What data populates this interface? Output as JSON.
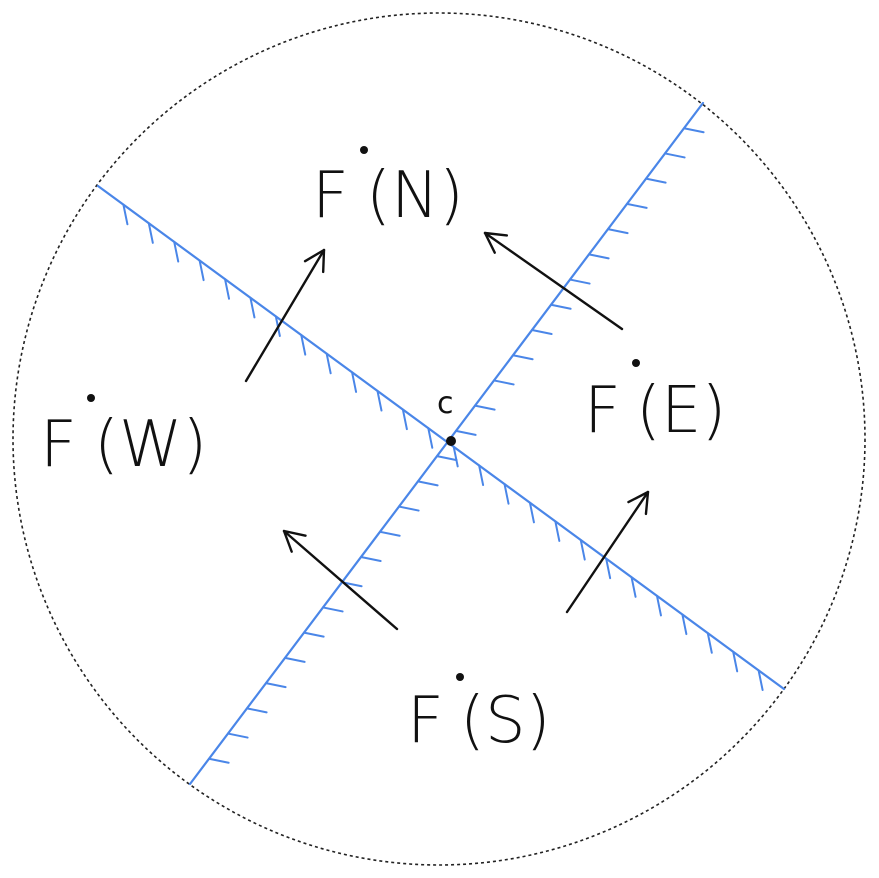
{
  "diagram": {
    "center_label": "c",
    "regions": {
      "north": {
        "text": "F",
        "suffix": "(N)"
      },
      "east": {
        "text": "F",
        "suffix": "(E)"
      },
      "south": {
        "text": "F",
        "suffix": "(S)"
      },
      "west": {
        "text": "F",
        "suffix": "(W)"
      }
    },
    "colors": {
      "line": "#4a86e8",
      "ink": "#111111",
      "boundary": "#222222"
    }
  }
}
